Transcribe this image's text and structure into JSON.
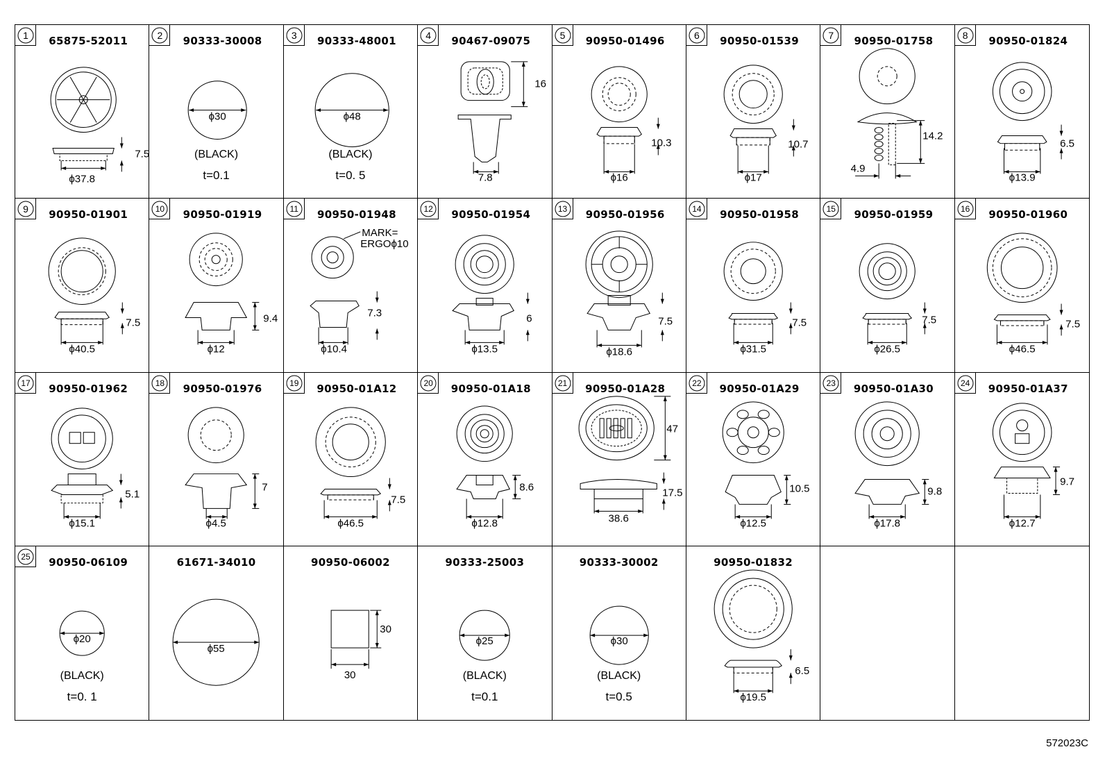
{
  "catalog_code": "572023C",
  "parts": [
    {
      "no": "1",
      "part_number": "65875-52011",
      "dims": [
        "7.5",
        "ϕ37.8"
      ]
    },
    {
      "no": "2",
      "part_number": "90333-30008",
      "dims": [
        "ϕ30"
      ],
      "color": "(BLACK)",
      "thickness": "t=0.1"
    },
    {
      "no": "3",
      "part_number": "90333-48001",
      "dims": [
        "ϕ48"
      ],
      "color": "(BLACK)",
      "thickness": "t=0. 5"
    },
    {
      "no": "4",
      "part_number": "90467-09075",
      "dims": [
        "16",
        "7.8"
      ]
    },
    {
      "no": "5",
      "part_number": "90950-01496",
      "dims": [
        "10.3",
        "ϕ16"
      ]
    },
    {
      "no": "6",
      "part_number": "90950-01539",
      "dims": [
        "10.7",
        "ϕ17"
      ]
    },
    {
      "no": "7",
      "part_number": "90950-01758",
      "dims": [
        "14.2",
        "4.9"
      ]
    },
    {
      "no": "8",
      "part_number": "90950-01824",
      "dims": [
        "6.5",
        "ϕ13.9"
      ]
    },
    {
      "no": "9",
      "part_number": "90950-01901",
      "dims": [
        "7.5",
        "ϕ40.5"
      ]
    },
    {
      "no": "10",
      "part_number": "90950-01919",
      "dims": [
        "9.4",
        "ϕ12"
      ]
    },
    {
      "no": "11",
      "part_number": "90950-01948",
      "dims": [
        "7.3",
        "ϕ10.4"
      ],
      "mark": [
        "MARK=",
        "ERGOϕ10"
      ]
    },
    {
      "no": "12",
      "part_number": "90950-01954",
      "dims": [
        "6",
        "ϕ13.5"
      ]
    },
    {
      "no": "13",
      "part_number": "90950-01956",
      "dims": [
        "7.5",
        "ϕ18.6"
      ]
    },
    {
      "no": "14",
      "part_number": "90950-01958",
      "dims": [
        "7.5",
        "ϕ31.5"
      ]
    },
    {
      "no": "15",
      "part_number": "90950-01959",
      "dims": [
        "7.5",
        "ϕ26.5"
      ]
    },
    {
      "no": "16",
      "part_number": "90950-01960",
      "dims": [
        "7.5",
        "ϕ46.5"
      ]
    },
    {
      "no": "17",
      "part_number": "90950-01962",
      "dims": [
        "5.1",
        "ϕ15.1"
      ]
    },
    {
      "no": "18",
      "part_number": "90950-01976",
      "dims": [
        "7",
        "ϕ4.5"
      ]
    },
    {
      "no": "19",
      "part_number": "90950-01A12",
      "dims": [
        "7.5",
        "ϕ46.5"
      ]
    },
    {
      "no": "20",
      "part_number": "90950-01A18",
      "dims": [
        "8.6",
        "ϕ12.8"
      ]
    },
    {
      "no": "21",
      "part_number": "90950-01A28",
      "dims": [
        "47",
        "17.5",
        "38.6"
      ]
    },
    {
      "no": "22",
      "part_number": "90950-01A29",
      "dims": [
        "10.5",
        "ϕ12.5"
      ]
    },
    {
      "no": "23",
      "part_number": "90950-01A30",
      "dims": [
        "9.8",
        "ϕ17.8"
      ]
    },
    {
      "no": "24",
      "part_number": "90950-01A37",
      "dims": [
        "9.7",
        "ϕ12.7"
      ]
    },
    {
      "no": "25",
      "part_number": "90950-06109",
      "dims": [
        "ϕ20"
      ],
      "color": "(BLACK)",
      "thickness": "t=0. 1"
    },
    {
      "no": "",
      "part_number": "61671-34010",
      "dims": [
        "ϕ55"
      ]
    },
    {
      "no": "",
      "part_number": "90950-06002",
      "dims": [
        "30",
        "30"
      ]
    },
    {
      "no": "",
      "part_number": "90333-25003",
      "dims": [
        "ϕ25"
      ],
      "color": "(BLACK)",
      "thickness": "t=0.1"
    },
    {
      "no": "",
      "part_number": "90333-30002",
      "dims": [
        "ϕ30"
      ],
      "color": "(BLACK)",
      "thickness": "t=0.5"
    },
    {
      "no": "",
      "part_number": "90950-01832",
      "dims": [
        "6.5",
        "ϕ19.5"
      ]
    },
    {
      "no": "",
      "part_number": ""
    },
    {
      "no": "",
      "part_number": ""
    }
  ]
}
